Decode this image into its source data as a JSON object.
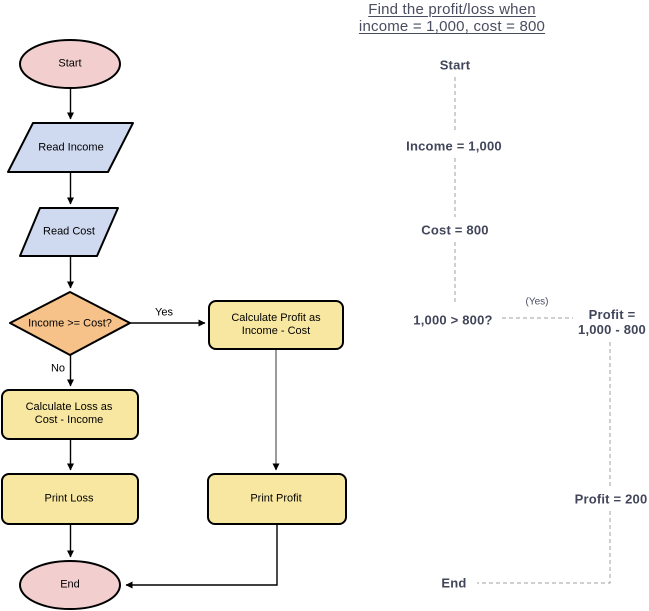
{
  "colors": {
    "terminator_fill": "#f2cece",
    "io_fill": "#cfdaf1",
    "decision_fill": "#f6c289",
    "process_fill": "#f8e7a1",
    "node_stroke": "#000000",
    "trace_text": "#42465a",
    "dash_line": "#a0a0a0",
    "gray_connector": "#808080"
  },
  "flowchart": {
    "start": "Start",
    "read_income": "Read Income",
    "read_cost": "Read Cost",
    "decision": "Income >= Cost?",
    "yes_label": "Yes",
    "no_label": "No",
    "calc_profit_line1": "Calculate Profit as",
    "calc_profit_line2": "Income - Cost",
    "calc_loss_line1": "Calculate Loss as",
    "calc_loss_line2": "Cost - Income",
    "print_loss": "Print Loss",
    "print_profit": "Print Profit",
    "end": "End"
  },
  "trace": {
    "title_line1": "Find the profit/loss when",
    "title_line2": "income = 1,000, cost = 800",
    "start": "Start",
    "income": "Income = 1,000",
    "cost": "Cost = 800",
    "question": "1,000 > 800?",
    "yes_note": "(Yes)",
    "profit_eq_line1": "Profit =",
    "profit_eq_line2": "1,000 - 800",
    "profit_result": "Profit = 200",
    "end": "End"
  }
}
